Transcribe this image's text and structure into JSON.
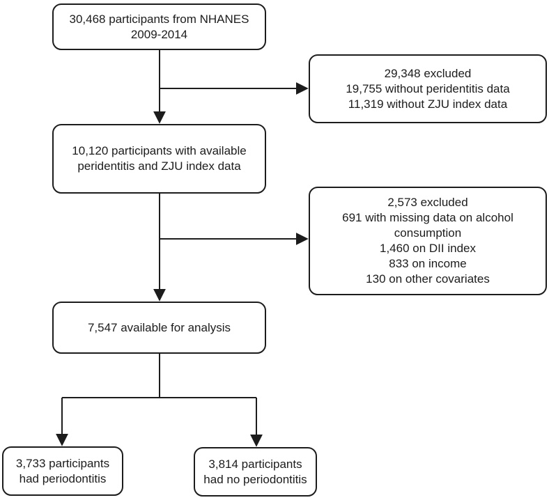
{
  "colors": {
    "line": "#1c1c1c",
    "box_border": "#1c1c1c",
    "background": "#ffffff"
  },
  "boxes": {
    "source": {
      "lines": [
        "30,468 participants from NHANES",
        "2009-2014"
      ]
    },
    "excluded1": {
      "lines": [
        "29,348 excluded",
        "19,755 without peridentitis data",
        "11,319 without ZJU index data"
      ]
    },
    "available": {
      "lines": [
        "10,120 participants with available",
        "peridentitis and ZJU index data"
      ]
    },
    "excluded2": {
      "lines": [
        "2,573 excluded",
        "691 with missing data on alcohol",
        "consumption",
        "1,460 on DII index",
        "833 on income",
        "130 on other covariates"
      ]
    },
    "analysis": {
      "lines": [
        "7,547 available for analysis"
      ]
    },
    "periodontitis": {
      "lines": [
        "3,733 participants",
        "had periodontitis"
      ]
    },
    "no_periodontitis": {
      "lines": [
        "3,814 participants",
        "had no periodontitis"
      ]
    }
  },
  "edges": [
    {
      "from": "source",
      "to": "available",
      "type": "arrow"
    },
    {
      "from": "source",
      "to": "excluded1",
      "type": "arrow-branch"
    },
    {
      "from": "available",
      "to": "analysis",
      "type": "arrow"
    },
    {
      "from": "available",
      "to": "excluded2",
      "type": "arrow-branch"
    },
    {
      "from": "analysis",
      "to": "periodontitis",
      "type": "arrow-split"
    },
    {
      "from": "analysis",
      "to": "no_periodontitis",
      "type": "arrow-split"
    }
  ]
}
